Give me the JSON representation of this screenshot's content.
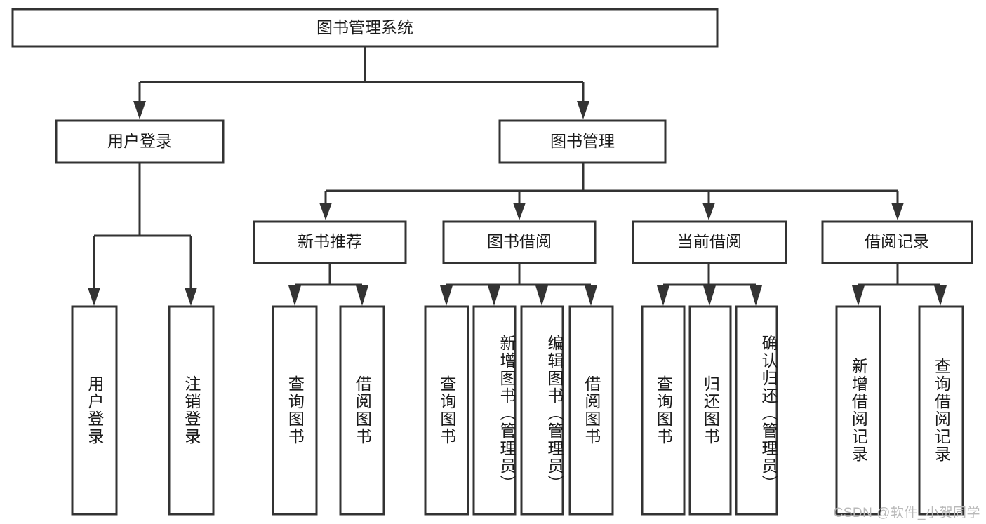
{
  "diagram": {
    "title": "图书管理系统",
    "type": "tree-hierarchy-flowchart",
    "orientation": "top-down",
    "colors": {
      "box_stroke": "#333333",
      "box_fill": "#ffffff",
      "connector": "#333333",
      "text": "#1a1a1a",
      "watermark": "#b9b9b9",
      "background": "#ffffff"
    },
    "root": {
      "label": "图书管理系统"
    },
    "level2": [
      {
        "label": "用户登录"
      },
      {
        "label": "图书管理"
      }
    ],
    "level3": [
      {
        "label": "新书推荐"
      },
      {
        "label": "图书借阅"
      },
      {
        "label": "当前借阅"
      },
      {
        "label": "借阅记录"
      }
    ],
    "leaves": {
      "user_login": [
        {
          "label": "用户登录"
        },
        {
          "label": "注销登录"
        }
      ],
      "new_book_recommend": [
        {
          "label": "查询图书"
        },
        {
          "label": "借阅图书"
        }
      ],
      "book_borrow": [
        {
          "label": "查询图书"
        },
        {
          "label": "新增图书（管理员）"
        },
        {
          "label": "编辑图书（管理员）"
        },
        {
          "label": "借阅图书"
        }
      ],
      "current_borrow": [
        {
          "label": "查询图书"
        },
        {
          "label": "归还图书"
        },
        {
          "label": "确认归还（管理员）"
        }
      ],
      "borrow_record": [
        {
          "label": "新增借阅记录"
        },
        {
          "label": "查询借阅记录"
        }
      ]
    },
    "watermark": "CSDN @软件_小贺同学"
  }
}
